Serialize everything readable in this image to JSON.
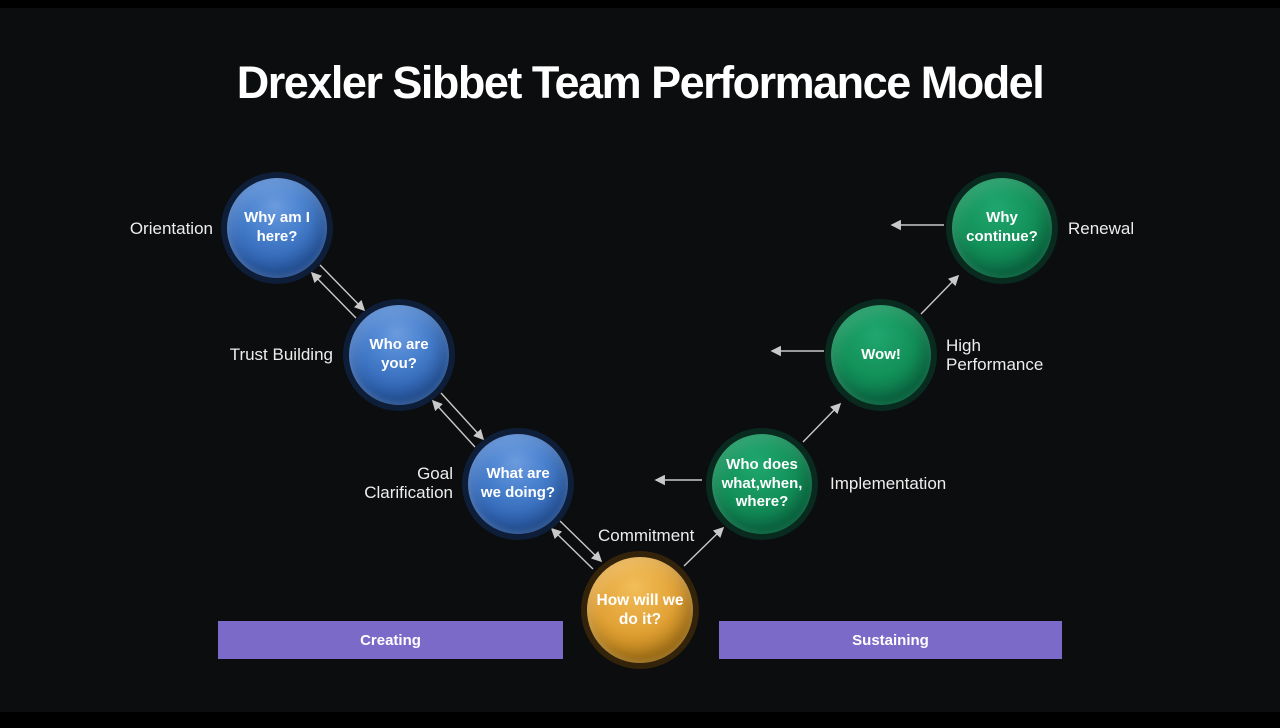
{
  "title": "Drexler Sibbet Team Performance Model",
  "stages": [
    {
      "question": "Why am I here?",
      "label": "Orientation",
      "theme": "blue"
    },
    {
      "question": "Who are you?",
      "label": "Trust Building",
      "theme": "blue"
    },
    {
      "question": "What are we doing?",
      "label": "Goal Clarification",
      "theme": "blue"
    },
    {
      "question": "How will we do it?",
      "label": "Commitment",
      "theme": "orange"
    },
    {
      "question": "Who does what,when, where?",
      "label": "Implementation",
      "theme": "green"
    },
    {
      "question": "Wow!",
      "label": "High Performance",
      "theme": "green"
    },
    {
      "question": "Why continue?",
      "label": "Renewal",
      "theme": "green"
    }
  ],
  "phases": [
    {
      "label": "Creating"
    },
    {
      "label": "Sustaining"
    }
  ],
  "colors": {
    "background": "#0c0d0e",
    "blue_circle": "#3a74c4",
    "green_circle": "#0f8a5a",
    "orange_circle": "#d9952c",
    "phase_bar": "#7b6ac8",
    "arrow": "#c9c9c9",
    "text": "#ededed"
  }
}
